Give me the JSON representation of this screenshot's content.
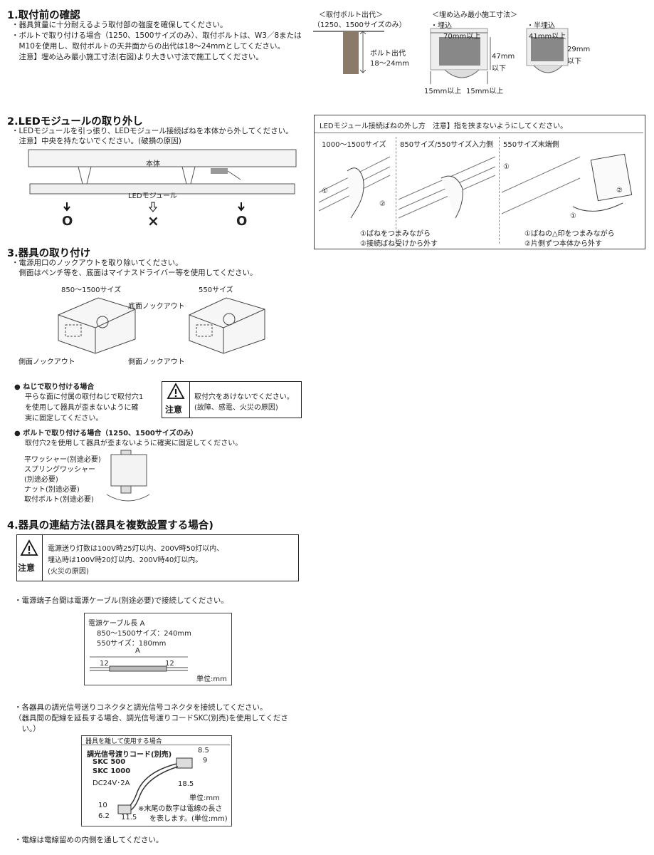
{
  "s1": {
    "heading": "1.取付前の確認",
    "lines": [
      "・器具質量に十分耐えるよう取付部の強度を確保してください。",
      "・ボルトで取り付ける場合（1250、1500サイズのみ）、取付ボルトは、W3／8または",
      "　M10を使用し、取付ボルトの天井面からの出代は18～24mmとしてください。",
      "　注意】埋め込み最小施工寸法(右図)より大きい寸法で施工してください。"
    ],
    "bolt_title1": "＜取付ボルト出代＞",
    "bolt_title2": "（1250、1500サイズのみ）",
    "bolt_label1": "ボルト出代",
    "bolt_label2": "18～24mm",
    "embed_title": "＜埋め込み最小施工寸法＞",
    "embed_a": "・埋込",
    "embed_b": "・半埋込",
    "d70": "70mm以上",
    "d47a": "47mm",
    "d47b": "以下",
    "d15a": "15mm以上",
    "d15b": "15mm以上",
    "d41": "41mm以上",
    "d29a": "29mm",
    "d29b": "以下"
  },
  "s2": {
    "heading": "2.LEDモジュールの取り外し",
    "lines": [
      "・LEDモジュールを引っ張り、LEDモジュール接続ばねを本体から外してください。",
      "　注意】中央を持たないでください。(破損の原因)"
    ],
    "body_label": "本体",
    "module_label": "LEDモジュール",
    "ok1": "O",
    "ng": "×",
    "ok2": "O",
    "panel_title": "LEDモジュール接続ばねの外し方　注意】指を挟まないようにしてください。",
    "col1": "1000～1500サイズ",
    "col2": "850サイズ/550サイズ入力側",
    "col3": "550サイズ末端側",
    "n1": "①",
    "n2": "②",
    "step_a1": "①ばねをつまみながら",
    "step_a2": "②接続ばね受けから外す",
    "step_b1": "①ばねの△印をつまみながら",
    "step_b2": "②片側ずつ本体から外す"
  },
  "s3": {
    "heading": "3.器具の取り付け",
    "lines": [
      "・電源用口のノックアウトを取り除いてください。",
      "　側面はペンチ等を、底面はマイナスドライバー等を使用してください。"
    ],
    "size_a": "850～1500サイズ",
    "size_b": "550サイズ",
    "bottom_ko": "底面ノックアウト",
    "side_ko_a": "側面ノックアウト",
    "side_ko_b": "側面ノックアウト",
    "screw_title": "● ねじで取り付ける場合",
    "screw_lines": [
      "平らな面に付属の取付ねじで取付穴1",
      "を使用して器具が歪まないように確",
      "実に固定してください。"
    ],
    "caution_word": "注意",
    "caution1": [
      "取付穴をあけないでください。",
      "(故障、感電、火災の原因)"
    ],
    "bolt_title": "● ボルトで取り付ける場合（1250、1500サイズのみ）",
    "bolt_line": "取付穴2を使用して器具が歪まないように確実に固定してください。",
    "parts": [
      "平ワッシャー(別途必要)",
      "スプリングワッシャー",
      "(別途必要)",
      "ナット(別途必要)",
      "取付ボルト(別途必要)"
    ]
  },
  "s4": {
    "heading": "4.器具の連結方法(器具を複数設置する場合)",
    "caution_word": "注意",
    "caution2": [
      "電源送り灯数は100V時25灯以内、200V時50灯以内、",
      "埋込時は100V時20灯以内、200V時40灯以内。",
      "(火災の原因)"
    ],
    "cable_note": "・電源端子台間は電源ケーブル(別途必要)で接続してください。",
    "cable_title": "電源ケーブル長 A",
    "cable_l1": "850～1500サイズ：240mm",
    "cable_l2": "550サイズ：180mm",
    "cable_A": "A",
    "cable_12a": "12",
    "cable_12b": "12",
    "cable_unit": "単位:mm",
    "dim_note": [
      "・各器具の調光信号送りコネクタと調光信号コネクタを接続してください。",
      "（器具間の配線を延長する場合、調光信号渡りコードSKC(別売)を使用してくださ",
      "　い。）"
    ],
    "dim_box_title": "器具を離して使用する場合",
    "cord_title": "調光信号渡りコード(別売)",
    "skc500": "SKC 500",
    "skc1000": "SKC 1000",
    "rating": "DC24V･2A",
    "d85": "8.5",
    "d9": "9",
    "d185": "18.5",
    "unit": "単位:mm",
    "d10": "10",
    "d62": "6.2",
    "d115": "11.5",
    "tail_note1": "※末尾の数字は電線の長さ",
    "tail_note2": "を表します。(単位:mm)",
    "last": "・電線は電線留めの内側を通してください。"
  }
}
